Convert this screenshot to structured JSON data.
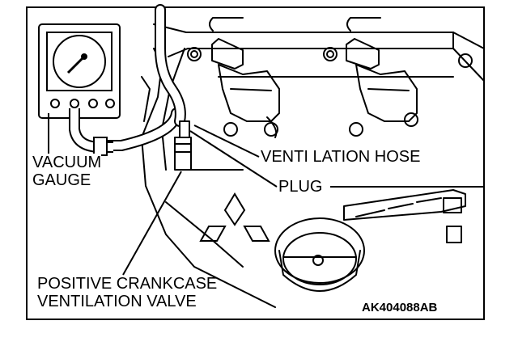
{
  "labels": {
    "vacuum_gauge_line1": "VACUUM",
    "vacuum_gauge_line2": "GAUGE",
    "ventilation_hose": "VENTI LATION HOSE",
    "plug": "PLUG",
    "pcv_valve_line1": "POSITIVE CRANKCASE",
    "pcv_valve_line2": "VENTILATION VALVE"
  },
  "figure_code": "AK404088AB",
  "colors": {
    "ink": "#000000",
    "paper": "#ffffff"
  }
}
